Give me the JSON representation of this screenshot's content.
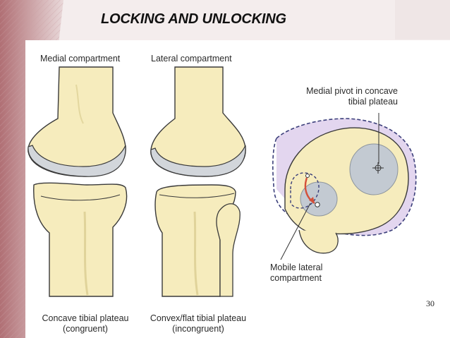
{
  "slide": {
    "title": "LOCKING AND UNLOCKING",
    "page_number": "30"
  },
  "figure": {
    "medial_compartment_label": "Medial compartment",
    "lateral_compartment_label": "Lateral compartment",
    "medial_pivot_label_line1": "Medial pivot in concave",
    "medial_pivot_label_line2": "tibial plateau",
    "mobile_lateral_label_line1": "Mobile lateral",
    "mobile_lateral_label_line2": "compartment",
    "concave_caption_line1": "Concave tibial plateau",
    "concave_caption_line2": "(congruent)",
    "convex_caption_line1": "Convex/flat tibial plateau",
    "convex_caption_line2": "(incongruent)"
  },
  "colors": {
    "bone": "#f6ecbd",
    "bone_outline": "#3a3a3a",
    "cartilage": "#cfd3d8",
    "meniscus_area": "#bfc6ce",
    "lilac_shading": "#ddd0ec",
    "arrow": "#d4503a",
    "slide_accent": "#b4777b"
  }
}
